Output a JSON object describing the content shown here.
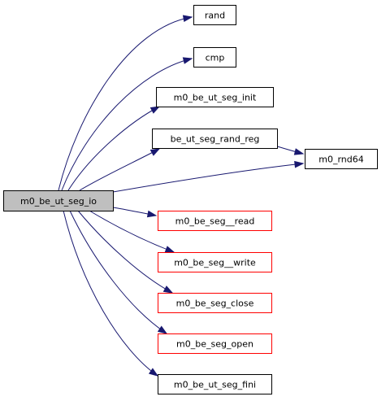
{
  "graph": {
    "colors": {
      "edge": "#191970",
      "root_fill": "#bfbfbf",
      "node_fill": "#ffffff",
      "border_black": "#000000",
      "border_red": "#ff0000"
    },
    "root": {
      "id": "io",
      "label": "m0_be_ut_seg_io"
    },
    "nodes": [
      {
        "id": "rand",
        "label": "rand",
        "border": "black"
      },
      {
        "id": "cmp",
        "label": "cmp",
        "border": "black"
      },
      {
        "id": "init",
        "label": "m0_be_ut_seg_init",
        "border": "black"
      },
      {
        "id": "randreg",
        "label": "be_ut_seg_rand_reg",
        "border": "black"
      },
      {
        "id": "rnd64",
        "label": "m0_rnd64",
        "border": "black"
      },
      {
        "id": "read",
        "label": "m0_be_seg__read",
        "border": "red"
      },
      {
        "id": "write",
        "label": "m0_be_seg__write",
        "border": "red"
      },
      {
        "id": "close",
        "label": "m0_be_seg_close",
        "border": "red"
      },
      {
        "id": "open",
        "label": "m0_be_seg_open",
        "border": "red"
      },
      {
        "id": "fini",
        "label": "m0_be_ut_seg_fini",
        "border": "black"
      }
    ],
    "edges": [
      {
        "from": "io",
        "to": "rand"
      },
      {
        "from": "io",
        "to": "cmp"
      },
      {
        "from": "io",
        "to": "init"
      },
      {
        "from": "io",
        "to": "randreg"
      },
      {
        "from": "randreg",
        "to": "rnd64"
      },
      {
        "from": "io",
        "to": "rnd64"
      },
      {
        "from": "io",
        "to": "read"
      },
      {
        "from": "io",
        "to": "write"
      },
      {
        "from": "io",
        "to": "close"
      },
      {
        "from": "io",
        "to": "open"
      },
      {
        "from": "io",
        "to": "fini"
      }
    ]
  }
}
